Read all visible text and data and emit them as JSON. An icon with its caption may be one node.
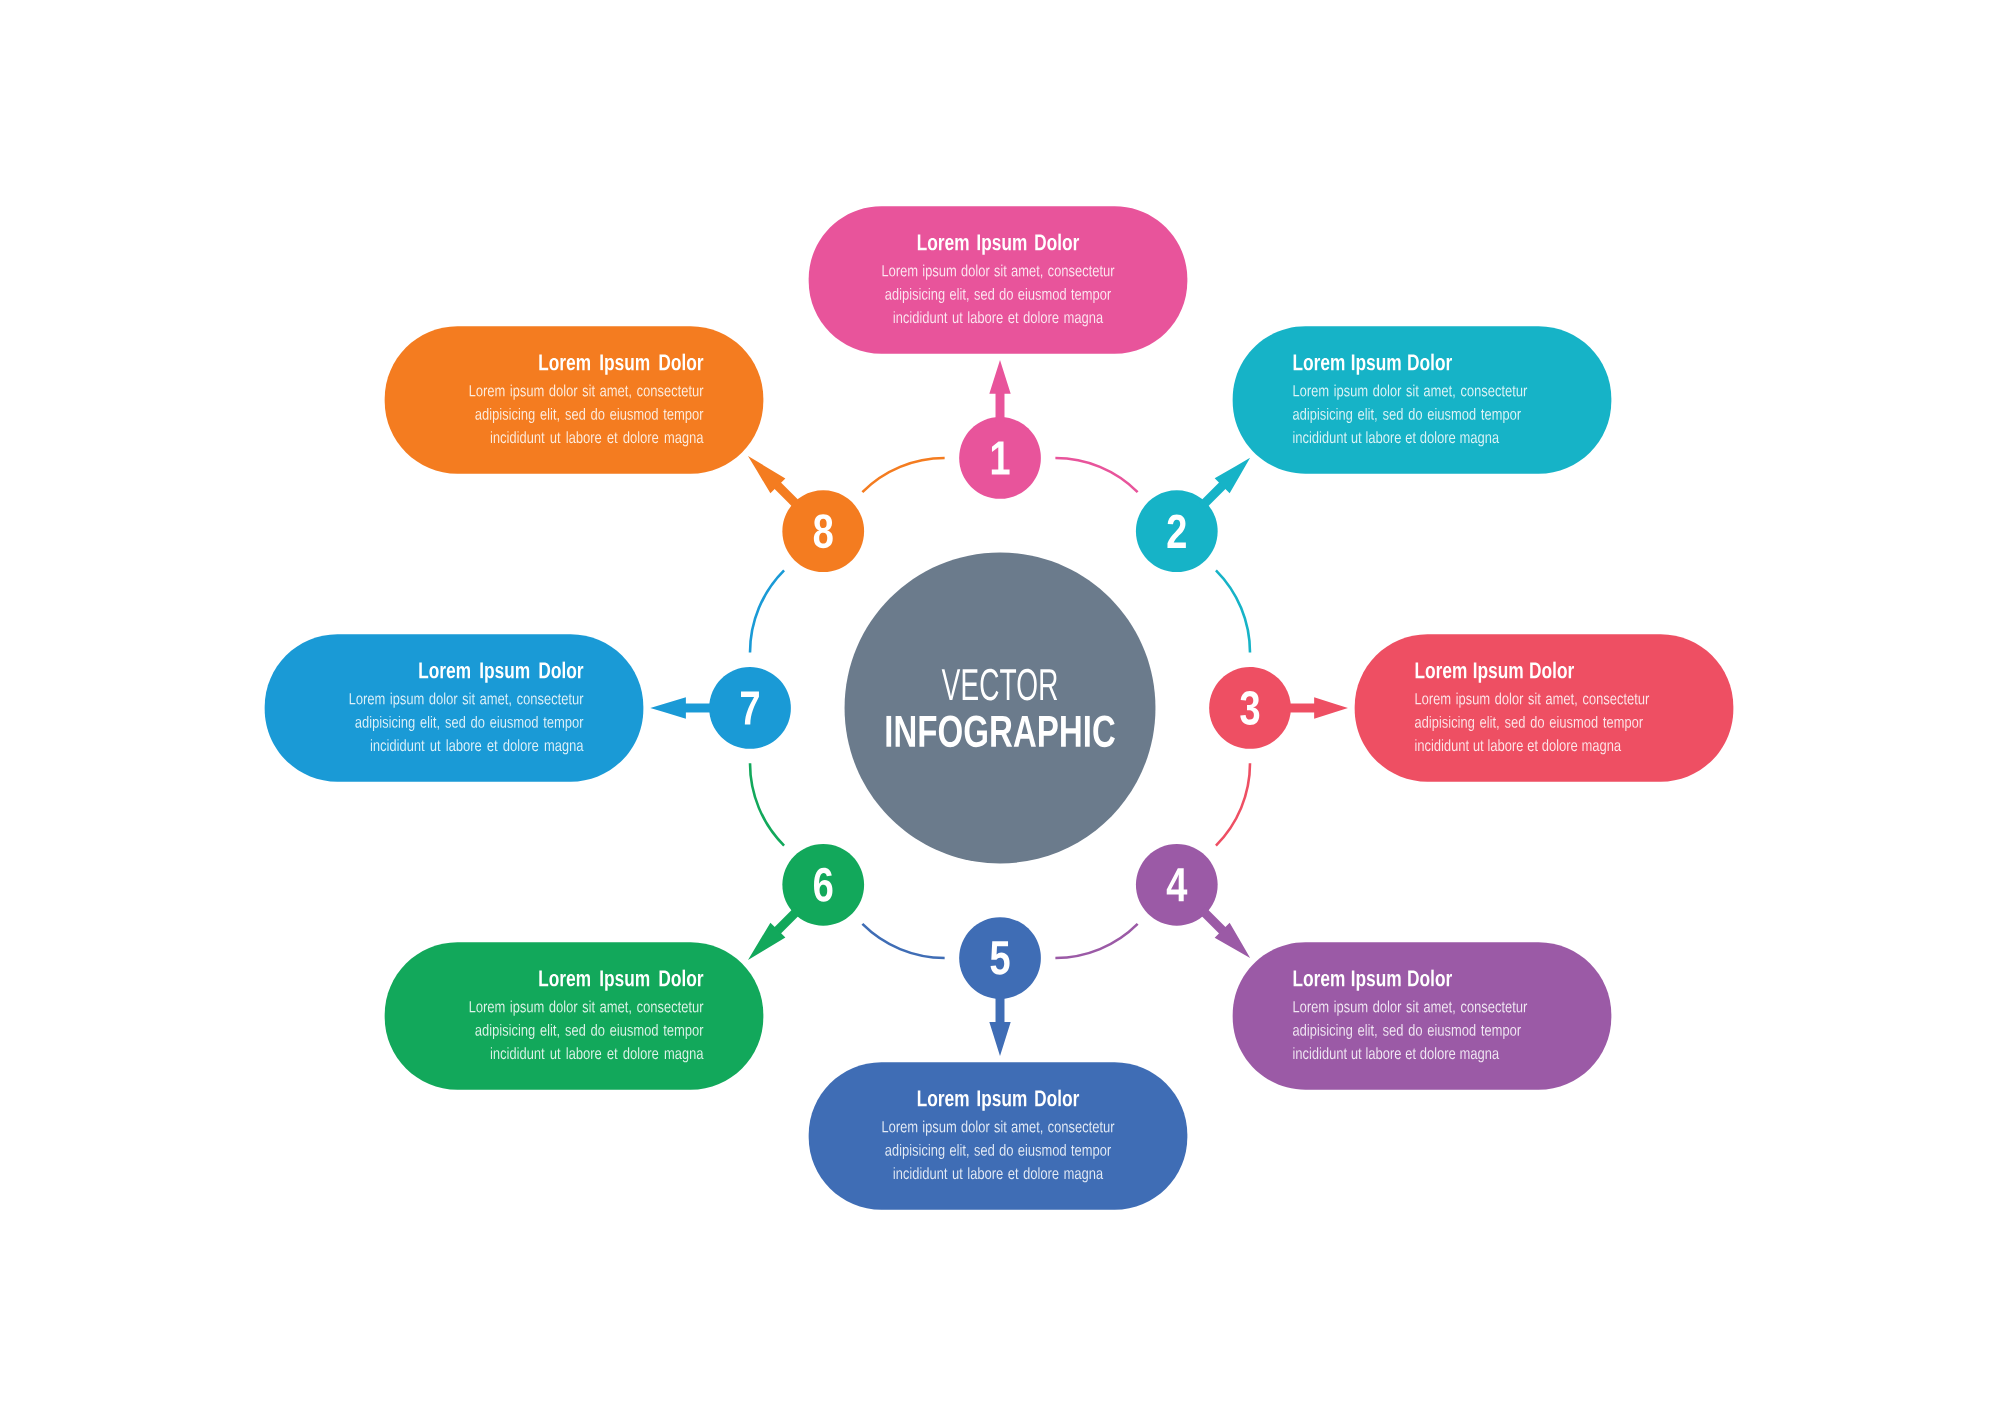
{
  "diagram": {
    "nodes": [
      {
        "text": [
          "VECTOR",
          "INFOGRAPHIC"
        ]
      },
      {
        "text": [
          "1"
        ]
      },
      {
        "text": [
          "2"
        ]
      },
      {
        "text": [
          "3"
        ]
      },
      {
        "text": [
          "4"
        ]
      },
      {
        "text": [
          "5"
        ]
      },
      {
        "text": [
          "6"
        ]
      },
      {
        "text": [
          "7"
        ]
      },
      {
        "text": [
          "8"
        ]
      },
      {
        "text": [
          "Lorem Ipsum Dolor",
          "Lorem ipsum dolor sit amet, consectetur adipisicing elit, sed do eiusmod tempor incididunt ut labore et dolore magna"
        ]
      },
      {
        "text": [
          "Lorem Ipsum Dolor",
          "Lorem ipsum dolor sit amet, consectetur adipisicing elit, sed do eiusmod tempor incididunt ut labore et dolore magna"
        ]
      },
      {
        "text": [
          "Lorem Ipsum Dolor",
          "Lorem ipsum dolor sit amet, consectetur adipisicing elit, sed do eiusmod tempor incididunt ut labore et dolore magna"
        ]
      },
      {
        "text": [
          "Lorem Ipsum Dolor",
          "Lorem ipsum dolor sit amet, consectetur adipisicing elit, sed do eiusmod tempor incididunt ut labore et dolore magna"
        ]
      },
      {
        "text": [
          "Lorem Ipsum Dolor",
          "Lorem ipsum dolor sit amet, consectetur adipisicing elit, sed do eiusmod tempor incididunt ut labore et dolore magna"
        ]
      },
      {
        "text": [
          "Lorem Ipsum Dolor",
          "Lorem ipsum dolor sit amet, consectetur adipisicing elit, sed do eiusmod tempor incididunt ut labore et dolore magna"
        ]
      },
      {
        "text": [
          "Lorem Ipsum Dolor",
          "Lorem ipsum dolor sit amet, consectetur adipisicing elit, sed do eiusmod tempor incididunt ut labore et dolore magna"
        ]
      },
      {
        "text": [
          "Lorem Ipsum Dolor",
          "Lorem ipsum dolor sit amet, consectetur adipisicing elit, sed do eiusmod tempor incididunt ut labore et dolore magna"
        ]
      }
    ],
    "edges": [
      {
        "from": 1,
        "to": 2,
        "arrow": "none",
        "color": "#e8549b"
      },
      {
        "from": 2,
        "to": 3,
        "arrow": "none",
        "color": "#16b3c7"
      },
      {
        "from": 3,
        "to": 4,
        "arrow": "none",
        "color": "#ee4f63"
      },
      {
        "from": 4,
        "to": 5,
        "arrow": "none",
        "color": "#9b5aa6"
      },
      {
        "from": 5,
        "to": 6,
        "arrow": "none",
        "color": "#3f6db5"
      },
      {
        "from": 6,
        "to": 7,
        "arrow": "none",
        "color": "#12a85b"
      },
      {
        "from": 7,
        "to": 8,
        "arrow": "none",
        "color": "#1a9ad6"
      },
      {
        "from": 8,
        "to": 1,
        "arrow": "none",
        "color": "#f47c20"
      },
      {
        "from": 1,
        "to": 9,
        "arrow": "to",
        "style": "thick",
        "color": "#e8549b"
      },
      {
        "from": 2,
        "to": 10,
        "arrow": "to",
        "style": "thick",
        "color": "#16b3c7"
      },
      {
        "from": 3,
        "to": 11,
        "arrow": "to",
        "style": "thick",
        "color": "#ee4f63"
      },
      {
        "from": 4,
        "to": 12,
        "arrow": "to",
        "style": "thick",
        "color": "#9b5aa6"
      },
      {
        "from": 5,
        "to": 13,
        "arrow": "to",
        "style": "thick",
        "color": "#3f6db5"
      },
      {
        "from": 6,
        "to": 14,
        "arrow": "to",
        "style": "thick",
        "color": "#12a85b"
      },
      {
        "from": 7,
        "to": 15,
        "arrow": "to",
        "style": "thick",
        "color": "#1a9ad6"
      },
      {
        "from": 8,
        "to": 16,
        "arrow": "to",
        "style": "thick",
        "color": "#f47c20"
      }
    ]
  }
}
